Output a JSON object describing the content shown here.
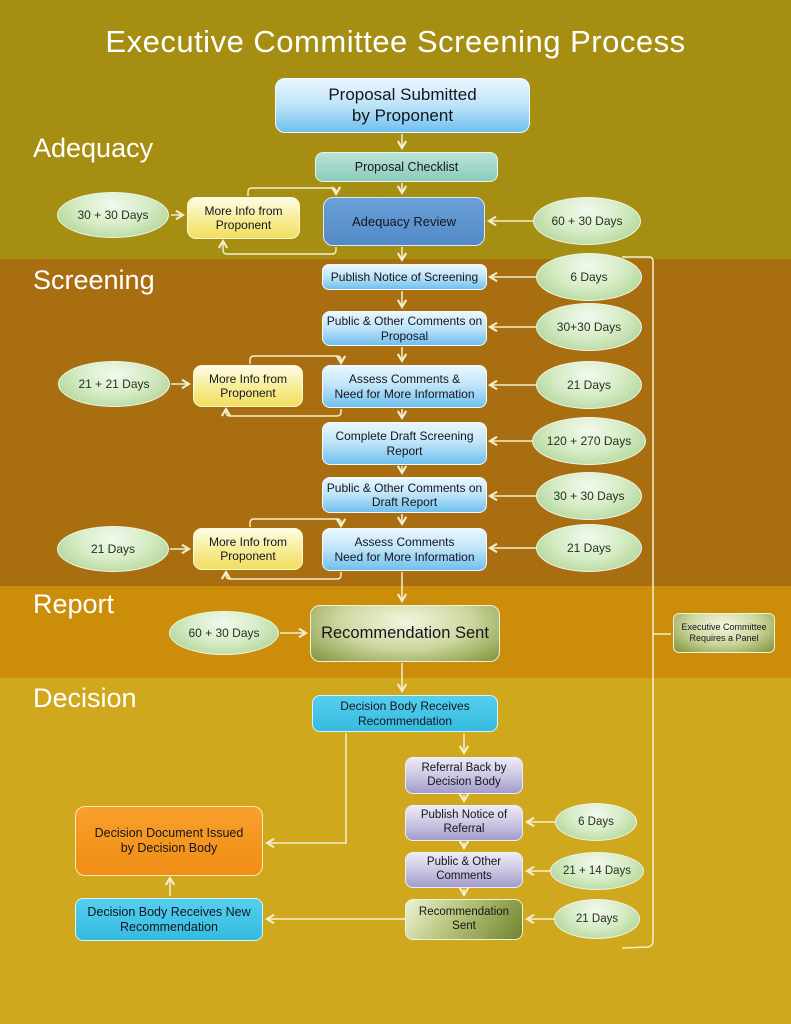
{
  "title": "Executive Committee Screening Process",
  "sections": {
    "adequacy": {
      "label": "Adequacy",
      "color": "#a68e12"
    },
    "screening": {
      "label": "Screening",
      "color": "#a96e10"
    },
    "report": {
      "label": "Report",
      "color": "#cb8d0a"
    },
    "decision": {
      "label": "Decision",
      "color": "#d0a81e"
    }
  },
  "nodes": {
    "proposal_submitted": {
      "lines": [
        "Proposal Submitted",
        "by Proponent"
      ]
    },
    "proposal_checklist": {
      "label": "Proposal Checklist"
    },
    "more_info_adequacy": {
      "lines": [
        "More Info from",
        "Proponent"
      ]
    },
    "adequacy_review": {
      "label": "Adequacy Review"
    },
    "publish_notice_screening": {
      "label": "Publish Notice of Screening"
    },
    "public_comments_proposal": {
      "lines": [
        "Public & Other Comments on",
        "Proposal"
      ]
    },
    "more_info_screening1": {
      "lines": [
        "More Info from",
        "Proponent"
      ]
    },
    "assess_comments_1": {
      "lines": [
        "Assess Comments &",
        "Need for More Information"
      ]
    },
    "complete_draft": {
      "lines": [
        "Complete Draft Screening",
        "Report"
      ]
    },
    "public_comments_draft": {
      "lines": [
        "Public & Other Comments on",
        "Draft Report"
      ]
    },
    "more_info_screening2": {
      "lines": [
        "More Info from",
        "Proponent"
      ]
    },
    "assess_comments_2": {
      "lines": [
        "Assess Comments",
        "Need for More Information"
      ]
    },
    "recommendation_sent_report": {
      "label": "Recommendation Sent"
    },
    "exec_committee_panel": {
      "lines": [
        "Executive Committee",
        "Requires a Panel"
      ]
    },
    "decision_body_receives": {
      "lines": [
        "Decision Body Receives",
        "Recommendation"
      ]
    },
    "referral_back": {
      "lines": [
        "Referral Back by",
        "Decision Body"
      ]
    },
    "publish_notice_referral": {
      "lines": [
        "Publish Notice of",
        "Referral"
      ]
    },
    "public_other_comments": {
      "lines": [
        "Public & Other",
        "Comments"
      ]
    },
    "recommendation_sent_decision": {
      "lines": [
        "Recommendation",
        "Sent"
      ]
    },
    "decision_document": {
      "lines": [
        "Decision Document Issued",
        "by Decision Body"
      ]
    },
    "decision_body_new": {
      "lines": [
        "Decision Body Receives New",
        "Recommendation"
      ]
    }
  },
  "durations": {
    "adequacy_more_info": "30 + 30 Days",
    "adequacy_review": "60 + 30 Days",
    "publish_screening": "6 Days",
    "comments_proposal": "30+30 Days",
    "more_info_1": "21 + 21 Days",
    "assess_1": "21 Days",
    "complete_draft": "120 + 270 Days",
    "comments_draft": "30 + 30 Days",
    "more_info_2": "21 Days",
    "assess_2": "21 Days",
    "recommendation": "60 + 30 Days",
    "publish_referral": "6 Days",
    "public_comments": "21 + 14 Days",
    "recommendation_sent": "21 Days"
  },
  "palette": {
    "arrow": "#f3efcd",
    "process_blue_top": "#eaf7fe",
    "process_blue_bottom": "#6fc0ef",
    "adequacy_review_blue": "#5289c6",
    "checklist_teal": "#8ccbba",
    "more_info_yellow": "#f1df5e",
    "duration_green": "#a4cd88",
    "recommendation_olive": "#7f9339",
    "decision_cyan": "#35bbe0",
    "referral_purple": "#a29cca",
    "decision_doc_orange": "#f18d14",
    "title_text": "#ffffff"
  }
}
